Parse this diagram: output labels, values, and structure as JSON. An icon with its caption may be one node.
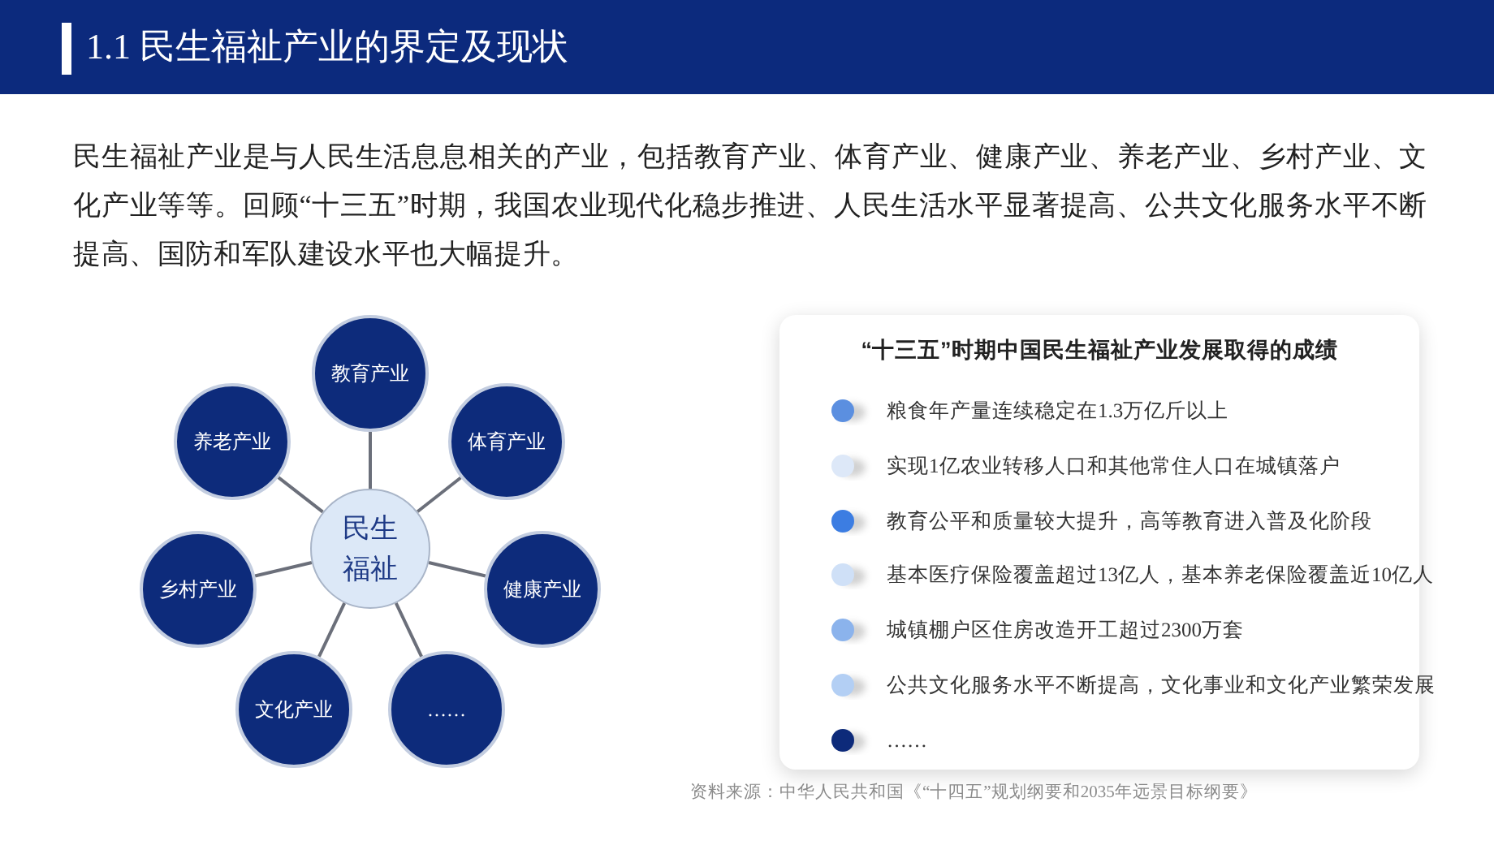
{
  "diagram": {
    "title": "1.1 民生福祉产业的界定及现状",
    "nodes": [
      {
        "text": [
          "民生福祉"
        ]
      },
      {
        "text": [
          "教育产业"
        ]
      },
      {
        "text": [
          "体育产业"
        ]
      },
      {
        "text": [
          "健康产业"
        ]
      },
      {
        "text": [
          "……"
        ]
      },
      {
        "text": [
          "文化产业"
        ]
      },
      {
        "text": [
          "乡村产业"
        ]
      },
      {
        "text": [
          "养老产业"
        ]
      },
      {
        "text": [
          "“十三五”时期中国民生福祉产业发展取得的成绩",
          "粮食年产量连续稳定在1.3万亿斤以上",
          "实现1亿农业转移人口和其他常住人口在城镇落户",
          "教育公平和质量较大提升，高等教育进入普及化阶段",
          "基本医疗保险覆盖超过13亿人，基本养老保险覆盖近10亿人",
          "城镇棚户区住房改造开工超过2300万套",
          "公共文化服务水平不断提高，文化事业和文化产业繁荣发展",
          "……"
        ]
      }
    ],
    "edges": [
      {
        "from": 0,
        "to": 1,
        "arrow": "none"
      },
      {
        "from": 0,
        "to": 2,
        "arrow": "none"
      },
      {
        "from": 0,
        "to": 3,
        "arrow": "none"
      },
      {
        "from": 0,
        "to": 4,
        "arrow": "none"
      },
      {
        "from": 0,
        "to": 5,
        "arrow": "none"
      },
      {
        "from": 0,
        "to": 6,
        "arrow": "none"
      },
      {
        "from": 0,
        "to": 7,
        "arrow": "none"
      }
    ],
    "labels": [
      "民生福祉产业是与人民生活息息相关的产业，包括教育产业、体育产业、健康产业、养老产业、乡村产业、文化产业等等。回顾“十三五”时期，我国农业现代化稳步推进、人民生活水平显著提高、公共文化服务水平不断提高、国防和军队建设水平也大幅提升。",
      "资料来源：中华人民共和国《“十四五”规划纲要和2035年远景目标纲要》"
    ]
  }
}
